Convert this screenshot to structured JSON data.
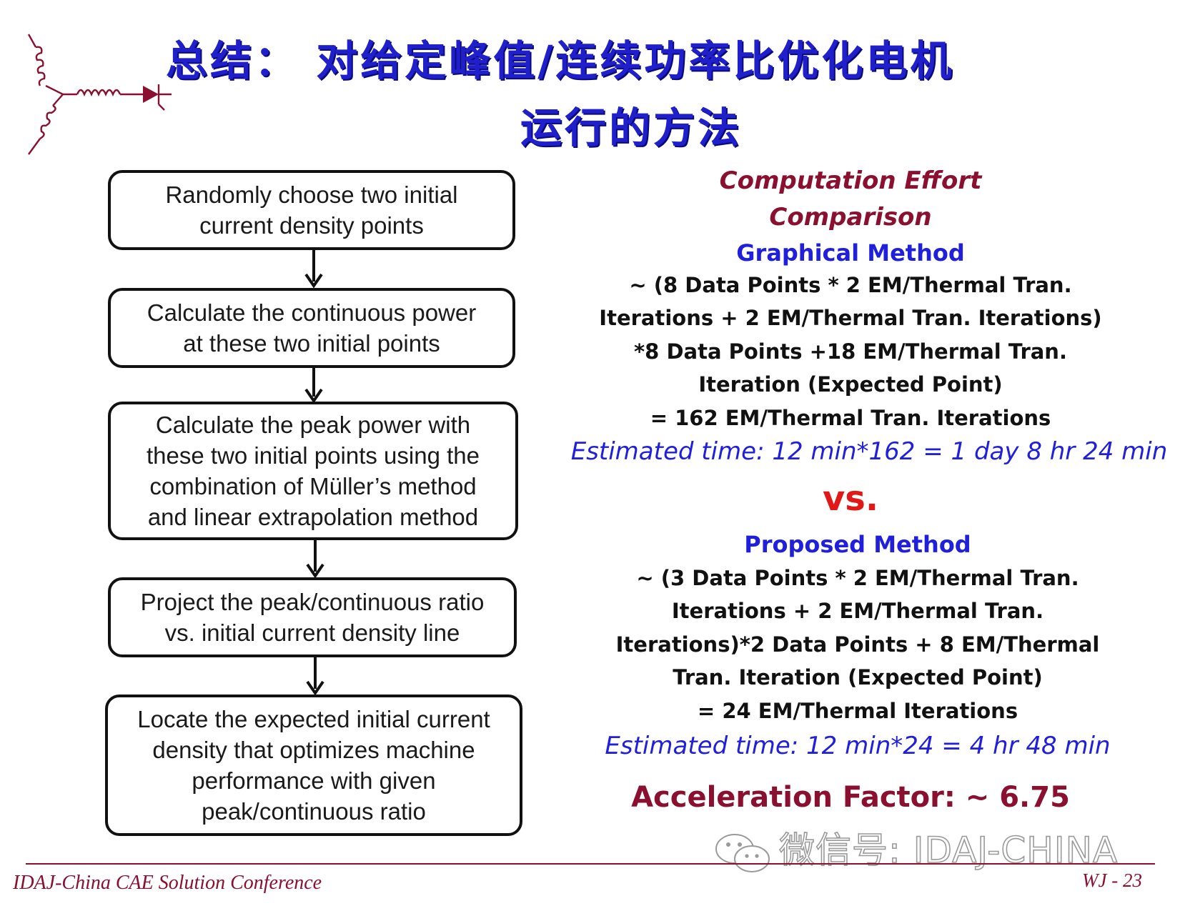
{
  "title": {
    "line1": "总结： 对给定峰值/连续功率比优化电机",
    "line2": "运行的方法"
  },
  "logo": {
    "icon": "coil-diode-symbol-icon",
    "color": "#8b1030"
  },
  "flowchart": {
    "steps": [
      "Randomly choose two initial\ncurrent density points",
      "Calculate the continuous power\nat these two initial points",
      "Calculate the peak power with\nthese two initial points using the\ncombination of Müller’s method\nand linear extrapolation method",
      "Project the peak/continuous ratio\nvs. initial current density line",
      "Locate the expected initial current\ndensity that optimizes machine\nperformance with given\npeak/continuous ratio"
    ]
  },
  "comparison": {
    "heading_line1": "Computation Effort",
    "heading_line2": "Comparison",
    "graphical": {
      "label": "Graphical Method",
      "lines": [
        "~ (8 Data Points * 2 EM/Thermal Tran.",
        "Iterations + 2 EM/Thermal Tran. Iterations)",
        "*8 Data Points +18 EM/Thermal Tran.",
        "Iteration (Expected Point)",
        "= 162 EM/Thermal Tran. Iterations"
      ],
      "estimate": "Estimated time: 12 min*162 = 1 day 8 hr 24 min"
    },
    "vs": "vs.",
    "proposed": {
      "label": "Proposed Method",
      "lines": [
        "~ (3 Data Points * 2 EM/Thermal Tran.",
        "Iterations + 2 EM/Thermal Tran.",
        "Iterations)*2 Data Points + 8 EM/Thermal",
        "Tran. Iteration (Expected Point)",
        "= 24 EM/Thermal Iterations"
      ],
      "estimate": "Estimated time: 12 min*24 = 4 hr 48 min"
    },
    "acceleration": "Acceleration Factor: ~ 6.75"
  },
  "footer": {
    "conference": "IDAJ-China CAE Solution Conference",
    "slide_id": "WJ - 23"
  },
  "watermark": {
    "icon": "wechat-icon",
    "text": "微信号: IDAJ-CHINA"
  },
  "colors": {
    "title": "#1f1fcc",
    "accent": "#8b1030",
    "method": "#1f1fdd",
    "vs": "#e21818"
  }
}
